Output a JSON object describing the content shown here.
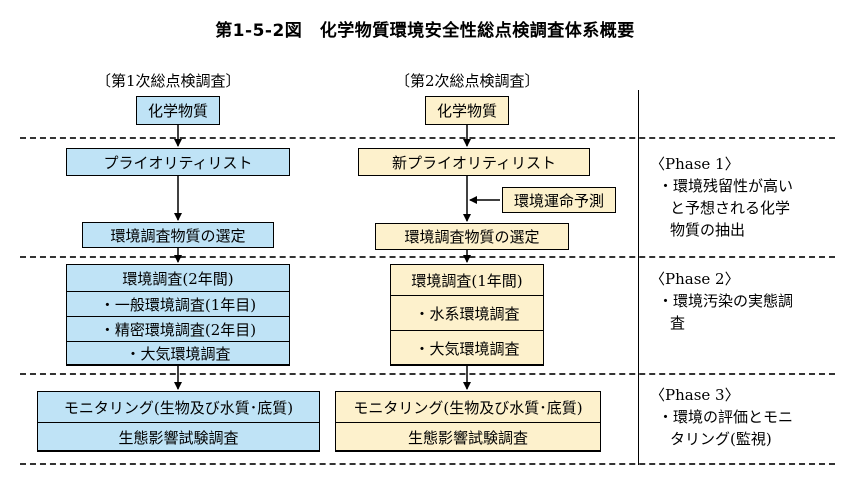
{
  "title": "第1-5-2図　化学物質環境安全性総点検調査体系概要",
  "columns": {
    "first": {
      "header": "〔第1次総点検調査〕",
      "chemical": "化学物質",
      "priority": "プライオリティリスト",
      "selection": "環境調査物質の選定",
      "survey_title": "環境調査(2年間)",
      "survey_items": [
        "・一般環境調査(1年目)",
        "・精密環境調査(2年目)",
        "・大気環境調査"
      ],
      "monitoring": "モニタリング(生物及び水質･底質)",
      "eco_test": "生態影響試験調査"
    },
    "second": {
      "header": "〔第2次総点検調査〕",
      "chemical": "化学物質",
      "priority": "新プライオリティリスト",
      "fate": "環境運命予測",
      "selection": "環境調査物質の選定",
      "survey_title": "環境調査(1年間)",
      "survey_items": [
        "・水系環境調査",
        "・大気環境調査"
      ],
      "monitoring": "モニタリング(生物及び水質･底質)",
      "eco_test": "生態影響試験調査"
    }
  },
  "phases": [
    {
      "label": "〈Phase 1〉",
      "lines": [
        "・環境残留性が高い",
        "と予想される化学",
        "物質の抽出"
      ]
    },
    {
      "label": "〈Phase 2〉",
      "lines": [
        "・環境汚染の実態調",
        "査"
      ]
    },
    {
      "label": "〈Phase 3〉",
      "lines": [
        "・環境の評価とモニ",
        "タリング(監視)"
      ]
    }
  ],
  "colors": {
    "first_fill": "#bfe3f6",
    "second_fill": "#fdf1cc"
  }
}
